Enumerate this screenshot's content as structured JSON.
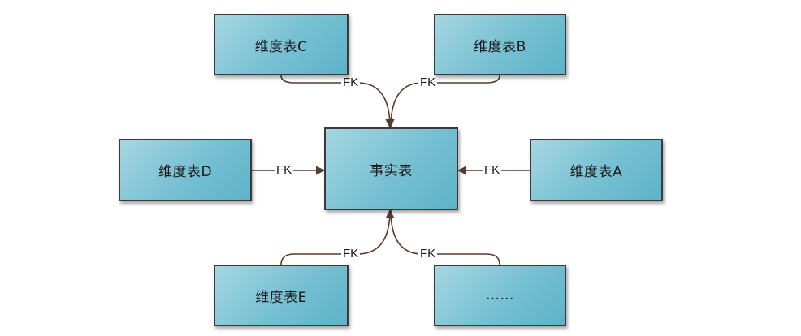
{
  "nodes": {
    "fact": "事实表",
    "dim_a": "维度表A",
    "dim_b": "维度表B",
    "dim_c": "维度表C",
    "dim_d": "维度表D",
    "dim_e": "维度表E",
    "more": "……"
  },
  "edges": {
    "c_to_fact": "FK",
    "b_to_fact": "FK",
    "d_to_fact": "FK",
    "a_to_fact": "FK",
    "e_to_fact": "FK",
    "more_to_fact": "FK"
  },
  "colors": {
    "box_fill": "#76c0d2",
    "box_border": "#3a3a3a",
    "connector": "#5a3a2a"
  }
}
